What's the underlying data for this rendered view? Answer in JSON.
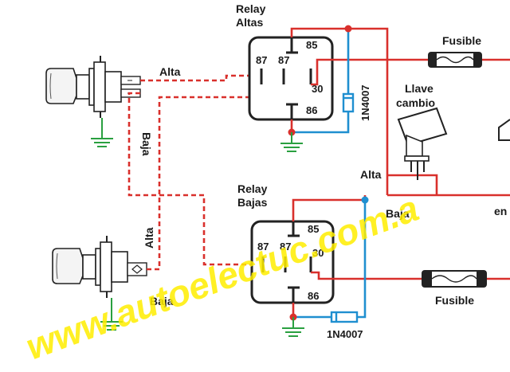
{
  "relays": {
    "altas": {
      "title_line1": "Relay",
      "title_line2": "Altas",
      "pins": {
        "p85": "85",
        "p87a": "87",
        "p87": "87",
        "p30": "30",
        "p86": "86"
      }
    },
    "bajas": {
      "title_line1": "Relay",
      "title_line2": "Bajas",
      "pins": {
        "p85": "85",
        "p87a": "87",
        "p87": "87",
        "p30": "30",
        "p86": "86"
      }
    }
  },
  "fuses": {
    "top": "Fusible",
    "bottom": "Fusible"
  },
  "diodes": {
    "top": "1N4007",
    "bottom": "1N4007"
  },
  "switch": {
    "line1": "Llave",
    "line2": "cambio",
    "alta": "Alta",
    "baja": "Baja"
  },
  "lamp_top": {
    "alta": "Alta",
    "baja": "Baja"
  },
  "lamp_bottom": {
    "alta": "Alta",
    "baja": "Baja"
  },
  "cut_text": "en",
  "watermark": "www.autoelectuc.com.a",
  "colors": {
    "wire": "#d9302c",
    "control": "#1f8fd0",
    "relay_line": "#222222",
    "node": "#d9302c",
    "node_green": "#2aa040",
    "ground": "#2aa040",
    "watermark": "#ffee00"
  }
}
